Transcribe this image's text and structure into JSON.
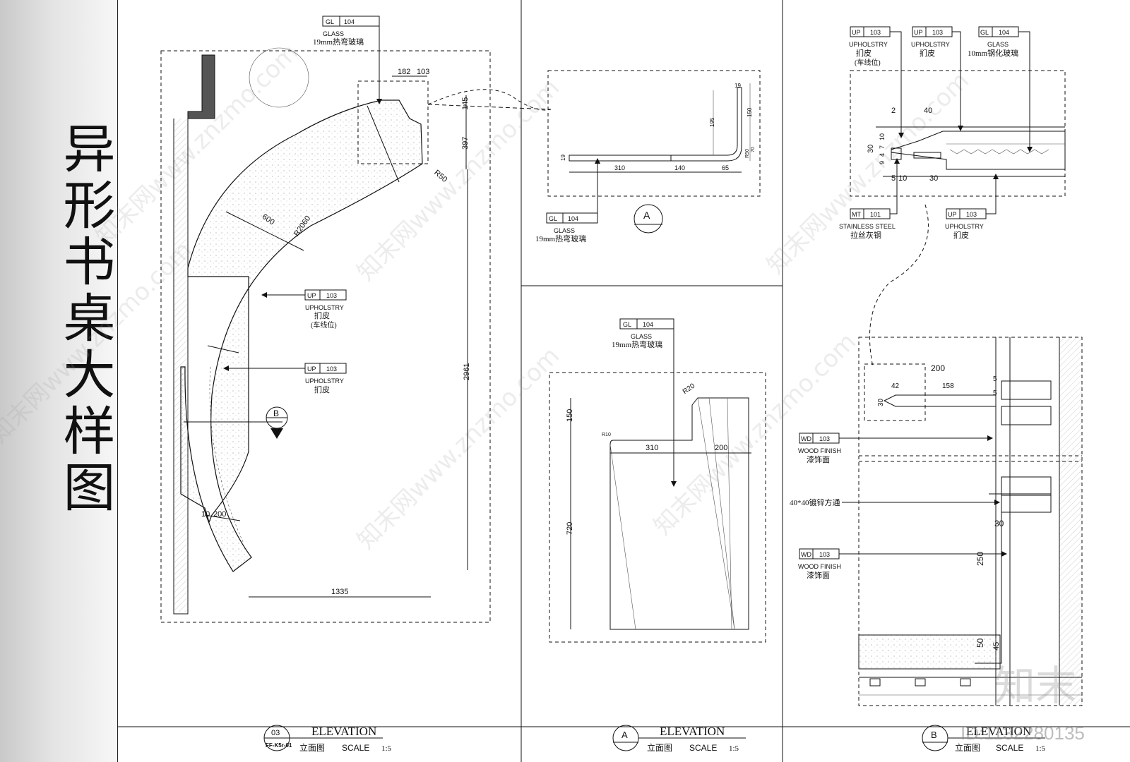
{
  "sheet_title": "异形书桌大样图",
  "tags": {
    "gl104_main": {
      "code": "GL",
      "num": "104",
      "name": "GLASS",
      "desc": "19mm热弯玻璃"
    },
    "up103_a": {
      "code": "UP",
      "num": "103",
      "name": "UPHOLSTRY",
      "desc": "扪皮",
      "note": "(车线位)"
    },
    "up103_b": {
      "code": "UP",
      "num": "103",
      "name": "UPHOLSTRY",
      "desc": "扪皮"
    },
    "gl104_a": {
      "code": "GL",
      "num": "104",
      "name": "GLASS",
      "desc": "19mm热弯玻璃"
    },
    "gl104_mid": {
      "code": "GL",
      "num": "104",
      "name": "GLASS",
      "desc": "19mm热弯玻璃"
    },
    "r_up103_1": {
      "code": "UP",
      "num": "103",
      "name": "UPHOLSTRY",
      "desc": "扪皮",
      "note": "(车线位)"
    },
    "r_up103_2": {
      "code": "UP",
      "num": "103",
      "name": "UPHOLSTRY",
      "desc": "扪皮"
    },
    "r_gl104": {
      "code": "GL",
      "num": "104",
      "name": "GLASS",
      "desc": "10mm钢化玻璃"
    },
    "r_mt101": {
      "code": "MT",
      "num": "101",
      "name": "STAINLESS STEEL",
      "desc": "拉丝灰钢"
    },
    "r_up103_3": {
      "code": "UP",
      "num": "103",
      "name": "UPHOLSTRY",
      "desc": "扪皮"
    },
    "wd103_1": {
      "code": "WD",
      "num": "103",
      "name": "WOOD FINISH",
      "desc": "漆饰面"
    },
    "wd103_2": {
      "code": "WD",
      "num": "103",
      "name": "WOOD FINISH",
      "desc": "漆饰面"
    },
    "pipe_note": "40*40镀锌方通"
  },
  "dims_main": {
    "d182": "182",
    "d103": "103",
    "d145": "145",
    "d397": "397",
    "r50": "R50",
    "d600": "600",
    "r2060": "R2060",
    "d2961": "2961",
    "d10": "10",
    "d200": "200",
    "d1335": "1335"
  },
  "dims_a": {
    "d19a": "19",
    "d19b": "19",
    "d195": "195",
    "d150": "150",
    "d310": "310",
    "d140": "140",
    "d65": "65",
    "r50": "R50",
    "d70": "70"
  },
  "dims_mid": {
    "r20": "R20",
    "r10": "R10",
    "d150": "150",
    "d310": "310",
    "d200": "200",
    "d720": "720"
  },
  "dims_r1": {
    "d2": "2",
    "d40": "40",
    "d30": "30",
    "d10": "10",
    "d7": "7",
    "d4": "4",
    "d9": "9",
    "d5": "5",
    "d10b": "10",
    "d30b": "30"
  },
  "dims_r2": {
    "d200": "200",
    "d42": "42",
    "d158": "158",
    "d30": "30",
    "d5a": "5",
    "d5b": "5",
    "d30b": "30",
    "d250": "250",
    "d50": "50",
    "d45": "45"
  },
  "sections": {
    "a_marker": "A",
    "b_marker": "B"
  },
  "title_blocks": [
    {
      "num": "03",
      "ref": "FF-K5r-01",
      "title": "ELEVATION",
      "sub": "立面图",
      "scale_label": "SCALE",
      "scale": "1:5"
    },
    {
      "num": "A",
      "ref": "",
      "title": "ELEVATION",
      "sub": "立面图",
      "scale_label": "SCALE",
      "scale": "1:5"
    },
    {
      "num": "B",
      "ref": "",
      "title": "ELEVATION",
      "sub": "立面图",
      "scale_label": "SCALE",
      "scale": "1:5"
    }
  ],
  "watermark": {
    "text": "知末网www.znzmo.com",
    "logo": "知末",
    "id": "ID:1132280135"
  },
  "colors": {
    "line": "#111111",
    "wall_fill": "#555555",
    "bg": "#ffffff"
  }
}
